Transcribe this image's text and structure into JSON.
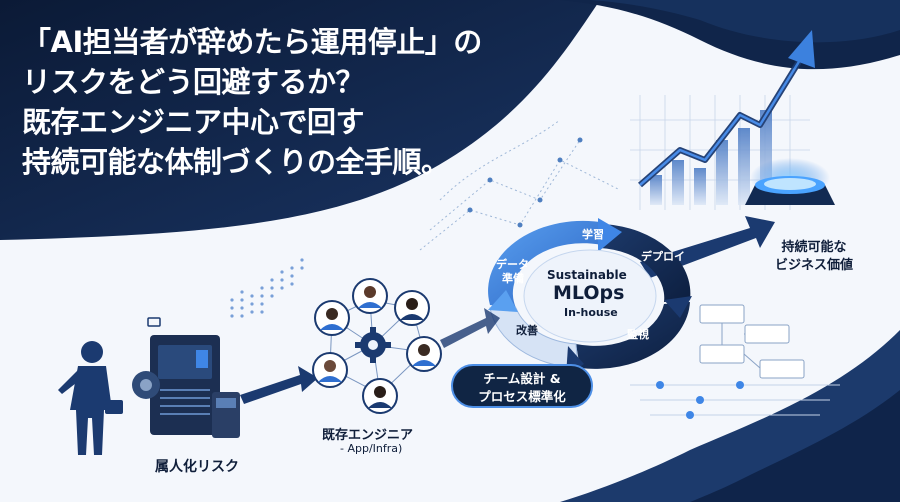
{
  "headline": {
    "line1": "「AI担当者が辞めたら運用停止」の",
    "line2": "リスクをどう回避するか？",
    "line3": "既存エンジニア中心で回す",
    "line4": "持続可能な体制づくりの全手順。"
  },
  "left_label": "属人化リスク",
  "engineers": {
    "label": "既存エンジニア",
    "sub": "- App/Infra)"
  },
  "mlops_cycle": {
    "center_line1": "Sustainable",
    "center_line2": "MLOps",
    "center_line3": "In-house",
    "steps": {
      "learn": "学習",
      "deploy": "デプロイ",
      "monitor": "監視",
      "improve": "改善",
      "data_prep_1": "データ",
      "data_prep_2": "準備"
    }
  },
  "team_badge": {
    "line1": "チーム設計 &",
    "line2": "プロセス標準化"
  },
  "value_label": {
    "line1": "持続可能な",
    "line2": "ビジネス価値"
  },
  "colors": {
    "navy": "#0f1e3a",
    "blue": "#2f6fd0",
    "accent": "#4d8fe6",
    "bg": "#f4f7fc"
  }
}
